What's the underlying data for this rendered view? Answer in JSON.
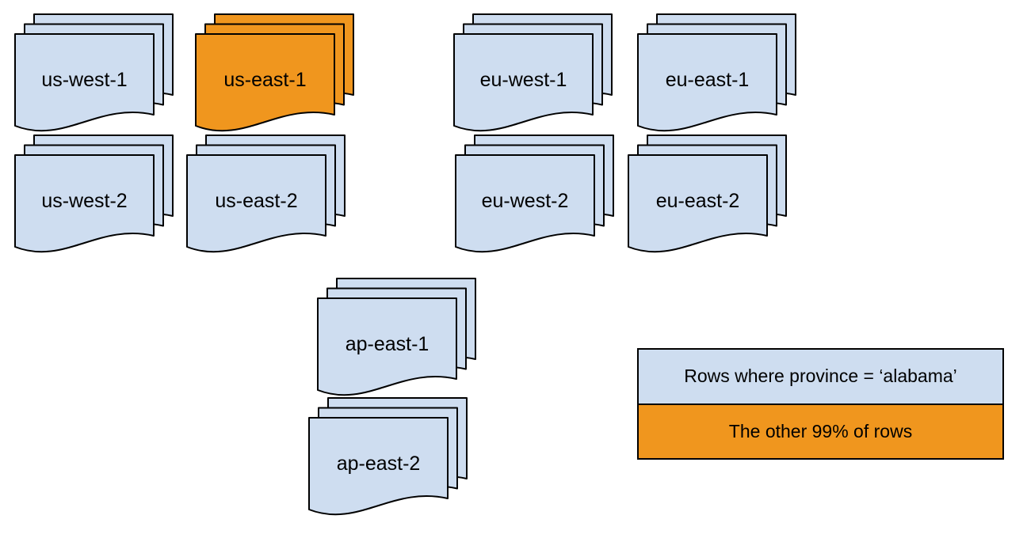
{
  "diagram": {
    "description": "Document stacks per cloud region showing row distribution",
    "highlighted_region": "us-east-1",
    "stacks": [
      {
        "id": "us-west-1",
        "label": "us-west-1",
        "highlighted": false
      },
      {
        "id": "us-east-1",
        "label": "us-east-1",
        "highlighted": true
      },
      {
        "id": "eu-west-1",
        "label": "eu-west-1",
        "highlighted": false
      },
      {
        "id": "eu-east-1",
        "label": "eu-east-1",
        "highlighted": false
      },
      {
        "id": "us-west-2",
        "label": "us-west-2",
        "highlighted": false
      },
      {
        "id": "us-east-2",
        "label": "us-east-2",
        "highlighted": false
      },
      {
        "id": "eu-west-2",
        "label": "eu-west-2",
        "highlighted": false
      },
      {
        "id": "eu-east-2",
        "label": "eu-east-2",
        "highlighted": false
      },
      {
        "id": "ap-east-1",
        "label": "ap-east-1",
        "highlighted": false
      },
      {
        "id": "ap-east-2",
        "label": "ap-east-2",
        "highlighted": false
      }
    ],
    "legend": {
      "items": [
        {
          "label": "Rows where province = ‘alabama’",
          "color_key": "region_blue"
        },
        {
          "label": "The other 99% of rows",
          "color_key": "highlight_orange"
        }
      ]
    }
  },
  "colors": {
    "region_blue": "#CEDDF0",
    "highlight_orange": "#F0961E",
    "stroke": "#000000",
    "text": "#000000",
    "background": "#FFFFFF"
  }
}
